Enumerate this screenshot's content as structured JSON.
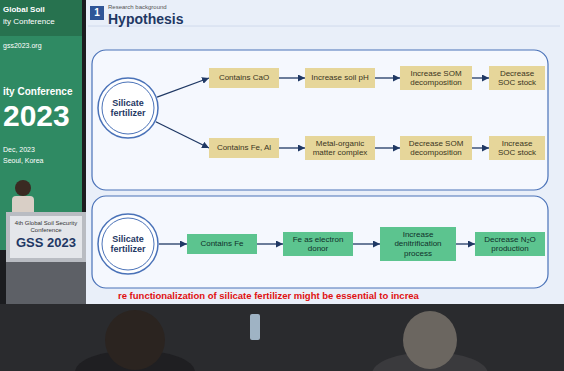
{
  "diagram": {
    "title": "Hypothesis",
    "nodes": [
      {
        "text": [
          "Silicate fertilizer"
        ]
      },
      {
        "text": [
          "Contains CaO"
        ]
      },
      {
        "text": [
          "Increase soil pH"
        ]
      },
      {
        "text": [
          "Increase SOM decomposition"
        ]
      },
      {
        "text": [
          "Decrease SOC stock"
        ]
      },
      {
        "text": [
          "Contains Fe, Al"
        ]
      },
      {
        "text": [
          "Metal-organic matter complex"
        ]
      },
      {
        "text": [
          "Decrease SOM decomposition"
        ]
      },
      {
        "text": [
          "Increase SOC stock"
        ]
      },
      {
        "text": [
          "Silicate fertilizer"
        ]
      },
      {
        "text": [
          "Contains Fe"
        ]
      },
      {
        "text": [
          "Fe as electron donor"
        ]
      },
      {
        "text": [
          "Increase denitrification process"
        ]
      },
      {
        "text": [
          "Decrease N₂O production"
        ]
      }
    ],
    "edges": [
      {
        "from": 0,
        "to": 1,
        "arrow": "to"
      },
      {
        "from": 1,
        "to": 2,
        "arrow": "to"
      },
      {
        "from": 2,
        "to": 3,
        "arrow": "to"
      },
      {
        "from": 3,
        "to": 4,
        "arrow": "to"
      },
      {
        "from": 0,
        "to": 5,
        "arrow": "to"
      },
      {
        "from": 5,
        "to": 6,
        "arrow": "to"
      },
      {
        "from": 6,
        "to": 7,
        "arrow": "to"
      },
      {
        "from": 7,
        "to": 8,
        "arrow": "to"
      },
      {
        "from": 9,
        "to": 10,
        "arrow": "to"
      },
      {
        "from": 10,
        "to": 11,
        "arrow": "to"
      },
      {
        "from": 11,
        "to": 12,
        "arrow": "to"
      },
      {
        "from": 12,
        "to": 13,
        "arrow": "to"
      }
    ],
    "labels": [
      "Global Soil",
      "ity Conference",
      "gss2023.org",
      "ity Conference",
      "2023",
      "Dec, 2023",
      "Seoul, Korea",
      "1",
      "Research background",
      "re functionalization of silicate fertilizer might be essential to increa",
      "4th Global Soil Security Conference",
      "GSS 2023"
    ]
  }
}
